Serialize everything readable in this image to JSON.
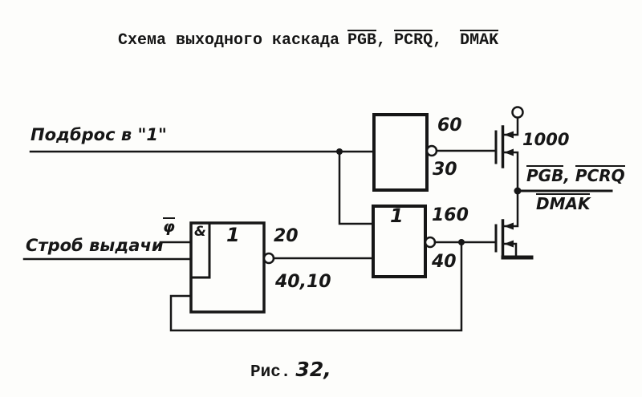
{
  "title": {
    "prefix": "Схема выходного каскада",
    "signals": [
      {
        "label": "PGB",
        "sep": ","
      },
      {
        "label": "PCRQ",
        "sep": ","
      },
      {
        "label": "DMAK",
        "sep": ""
      }
    ]
  },
  "inputs": {
    "top": "Подброс в \"1\"",
    "bottom": "Строб выдачи",
    "phi": "φ"
  },
  "gate": {
    "and_label": "&",
    "func_label": "1",
    "pin_out_top": "20",
    "pin_out_bottom": "40,10"
  },
  "upper_block": {
    "pin_top": "60",
    "pin_bottom": "30"
  },
  "lower_block": {
    "func_label": "1",
    "pin_top": "160",
    "pin_bottom": "40"
  },
  "transistor": {
    "value": "1000"
  },
  "output": {
    "sig1": "PGB",
    "sep": ",",
    "sig2": "PCRQ",
    "line2": "DMAK"
  },
  "caption": {
    "prefix": "Рис.",
    "number": "32,"
  },
  "colors": {
    "ink": "#161616",
    "paper": "#fdfdfb"
  }
}
